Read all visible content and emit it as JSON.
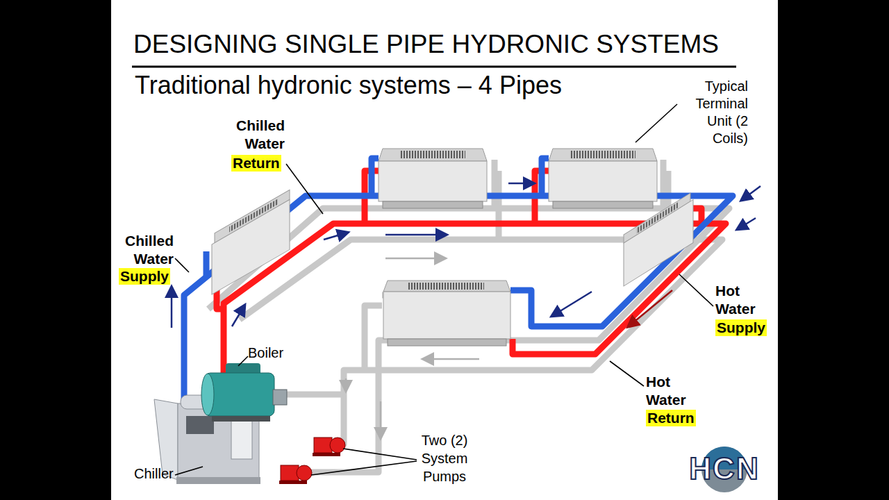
{
  "diagram": {
    "title": "DESIGNING SINGLE PIPE HYDRONIC SYSTEMS",
    "nodes": [
      {
        "text": [
          "Boiler"
        ]
      },
      {
        "text": [
          "Chiller"
        ]
      }
    ],
    "labels": [
      "Traditional hydronic systems – 4 Pipes",
      "Typical Terminal Unit (2 Coils)",
      "Chilled Water",
      "Return",
      "Chilled Water",
      "Supply",
      "Hot Water",
      "Supply",
      "Hot Water",
      "Return",
      "Two (2) System Pumps",
      "HCN"
    ]
  }
}
